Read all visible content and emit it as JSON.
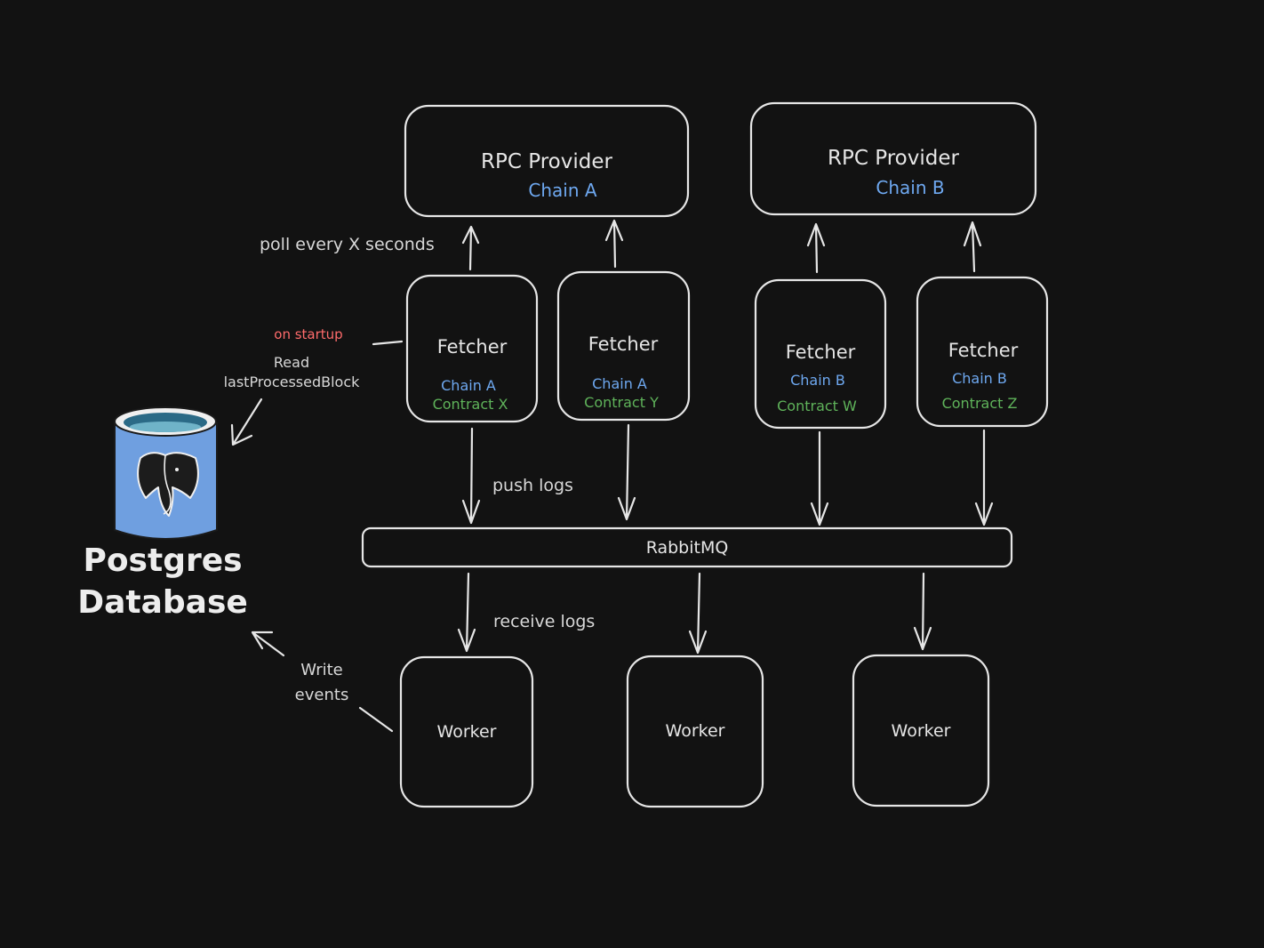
{
  "colors": {
    "background": "#121212",
    "stroke": "#e6e6e6",
    "chain": "#6ea8f0",
    "contract": "#5fb35a",
    "startup": "#ff6b6b",
    "db_body": "#6f9fe0"
  },
  "providers": [
    {
      "title": "RPC Provider",
      "chain": "Chain A"
    },
    {
      "title": "RPC Provider",
      "chain": "Chain B"
    }
  ],
  "fetchers": [
    {
      "title": "Fetcher",
      "chain": "Chain A",
      "contract": "Contract X"
    },
    {
      "title": "Fetcher",
      "chain": "Chain A",
      "contract": "Contract Y"
    },
    {
      "title": "Fetcher",
      "chain": "Chain B",
      "contract": "Contract W"
    },
    {
      "title": "Fetcher",
      "chain": "Chain B",
      "contract": "Contract Z"
    }
  ],
  "queue": {
    "label": "RabbitMQ"
  },
  "workers": [
    {
      "label": "Worker"
    },
    {
      "label": "Worker"
    },
    {
      "label": "Worker"
    }
  ],
  "database": {
    "line1": "Postgres",
    "line2": "Database",
    "icon": "postgres-elephant-icon"
  },
  "annotations": {
    "poll": "poll every X seconds",
    "push": "push logs",
    "receive": "receive logs",
    "startup": "on startup",
    "read1": "Read",
    "read2": "lastProcessedBlock",
    "write1": "Write",
    "write2": "events"
  }
}
